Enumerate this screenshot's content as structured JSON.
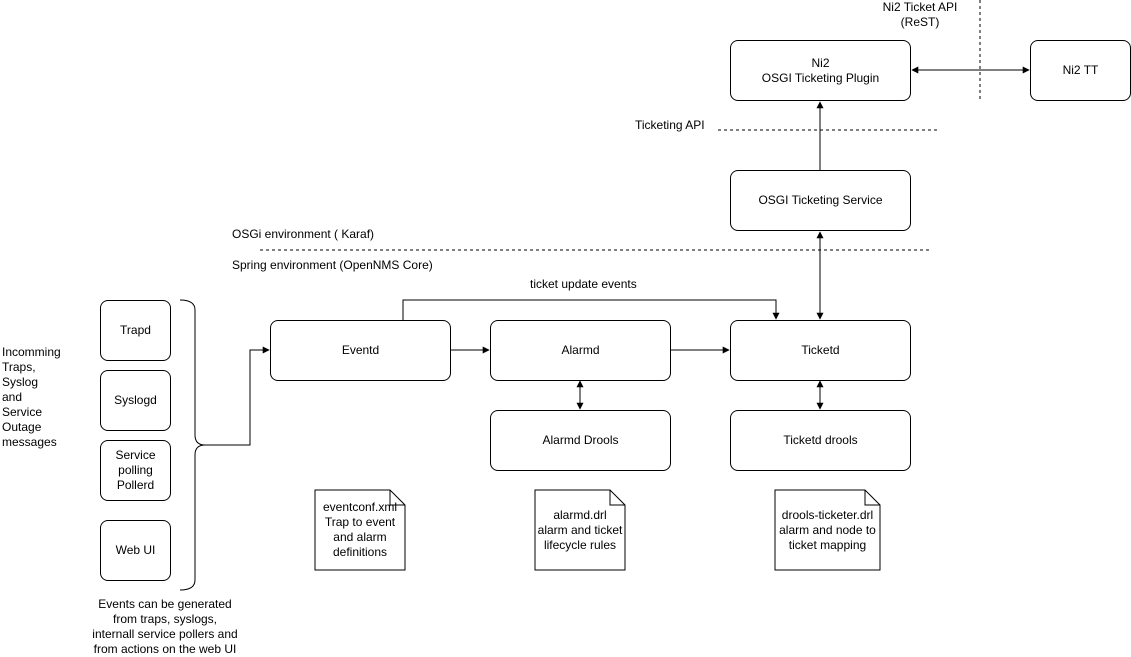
{
  "nodes": {
    "ni2_plugin": "Ni2\nOSGI Ticketing Plugin",
    "ni2_tt": "Ni2 TT",
    "osgi_ticketing_service": "OSGI Ticketing Service",
    "trapd": "Trapd",
    "syslogd": "Syslogd",
    "service_pollerd": "Service\npolling\nPollerd",
    "web_ui": "Web UI",
    "eventd": "Eventd",
    "alarmd": "Alarmd",
    "ticketd": "Ticketd",
    "alarmd_drools": "Alarmd Drools",
    "ticketd_drools": "Ticketd drools"
  },
  "notes": {
    "eventconf": "eventconf.xml\nTrap to event\nand alarm\ndefinitions",
    "alarmd_drl": "alarmd.drl\nalarm and ticket\nlifecycle rules",
    "drools_ticketer": "drools-ticketer.drl\nalarm and node to\nticket mapping"
  },
  "labels": {
    "ni2_ticket_api": "Ni2 Ticket API\n(ReST)",
    "ticketing_api": "Ticketing API",
    "osgi_env": "OSGi environment ( Karaf)",
    "spring_env": "Spring environment (OpenNMS Core)",
    "ticket_update_events": "ticket update events",
    "incoming": "Incomming\nTraps,\nSyslog\nand\nService\nOutage\nmessages",
    "events_caption": "Events can be generated\nfrom traps, syslogs,\ninternall service pollers and\nfrom actions on the web UI"
  }
}
